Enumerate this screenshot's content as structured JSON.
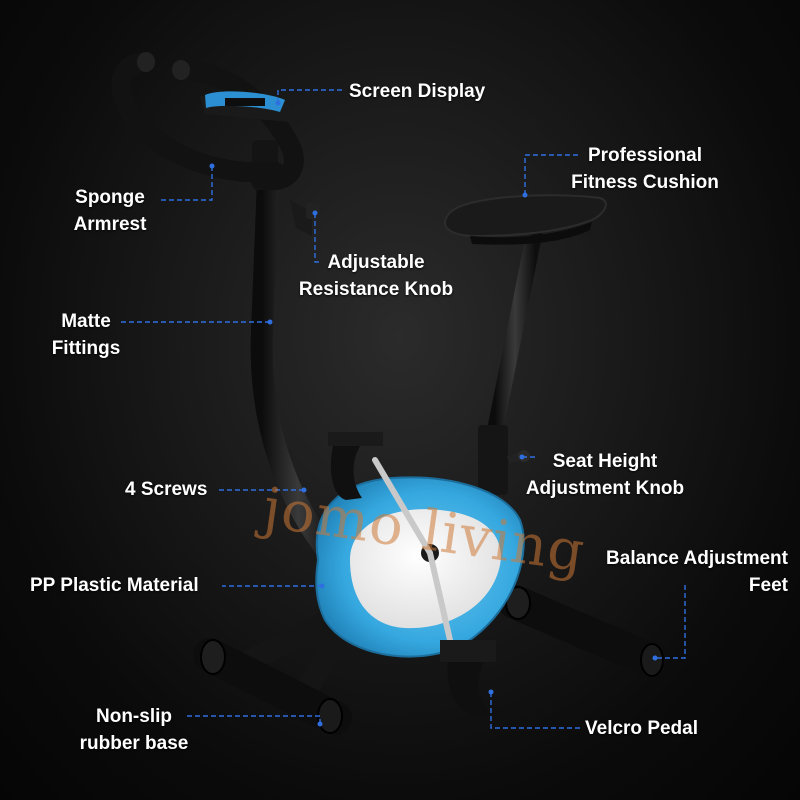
{
  "labels": {
    "screen_display": "Screen Display",
    "professional_fitness_cushion": [
      "Professional",
      "Fitness Cushion"
    ],
    "sponge_armrest": [
      "Sponge",
      "Armrest"
    ],
    "adjustable_resistance_knob": [
      "Adjustable",
      "Resistance Knob"
    ],
    "matte_fittings": [
      "Matte",
      "Fittings"
    ],
    "seat_height_adjustment_knob": [
      "Seat Height",
      "Adjustment Knob"
    ],
    "four_screws": "4 Screws",
    "balance_adjustment_feet": [
      "Balance Adjustment",
      "Feet"
    ],
    "pp_plastic_material": "PP Plastic Material",
    "non_slip_rubber_base": [
      "Non-slip",
      "rubber base"
    ],
    "velcro_pedal": "Velcro Pedal"
  },
  "watermark": "jomo living",
  "colors": {
    "background": "#141414",
    "leader_line": "#2f6fe0",
    "flywheel_blue": "#35a8df",
    "frame": "#1c1c1c",
    "text": "#ffffff"
  }
}
